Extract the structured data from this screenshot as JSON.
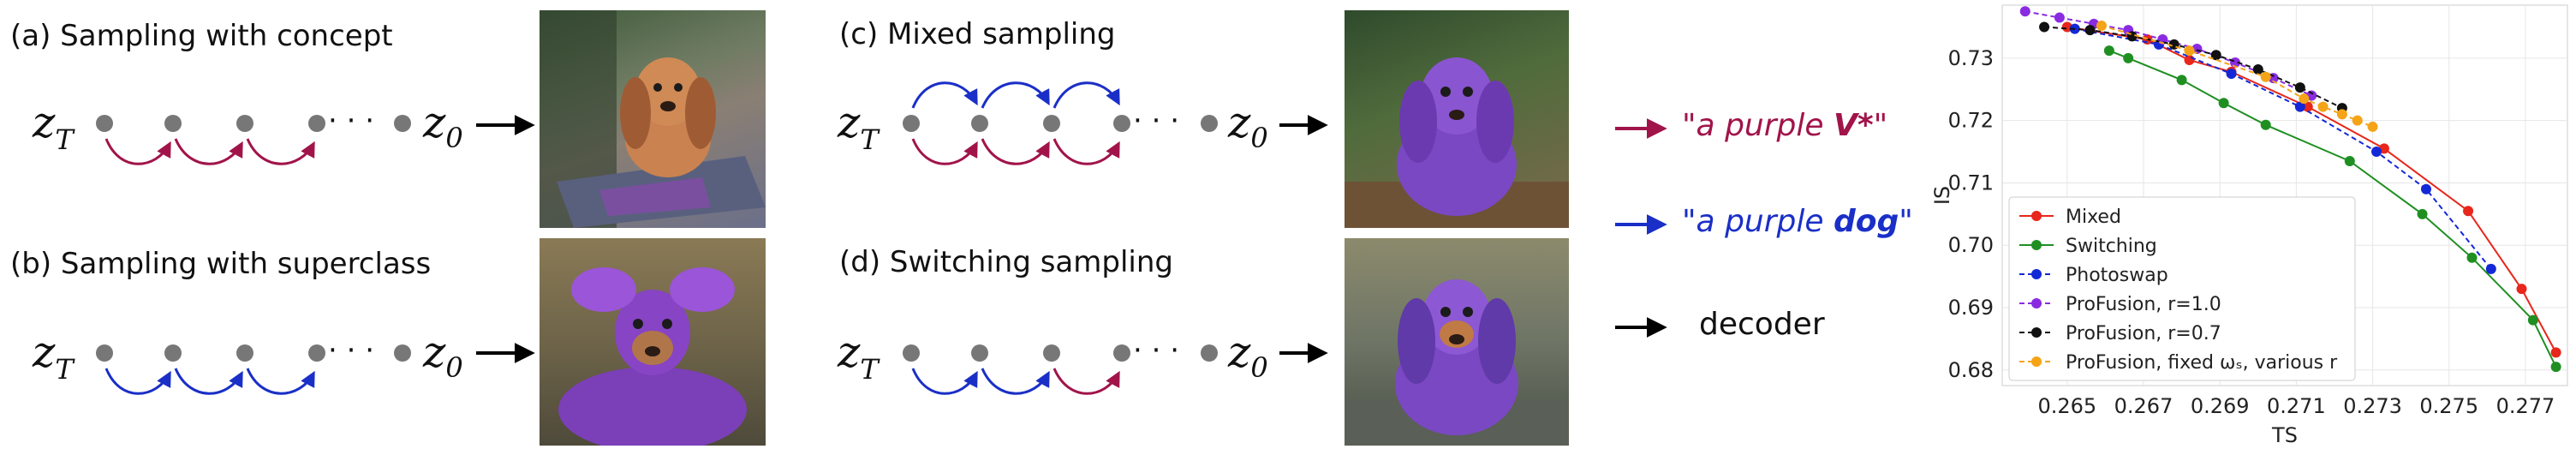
{
  "panels": {
    "a": {
      "title": "(a) Sampling with concept"
    },
    "b": {
      "title": "(b) Sampling with superclass"
    },
    "c": {
      "title": "(c) Mixed sampling"
    },
    "d": {
      "title": "(d) Switching sampling"
    }
  },
  "math": {
    "z": "z",
    "T": "T",
    "zero": "0",
    "dots": "· · ·"
  },
  "arrow_legend": {
    "concept": {
      "prefix": "\"a purple ",
      "bold": "V*",
      "suffix": "\""
    },
    "superclass": {
      "prefix": "\"a purple ",
      "bold": "dog",
      "suffix": "\""
    },
    "decoder": "decoder"
  },
  "colors": {
    "concept": "#a1144a",
    "superclass": "#1a2fc7",
    "decoder": "#000000",
    "node": "#777777"
  },
  "chart_data": {
    "type": "line",
    "xlabel": "TS",
    "ylabel": "IS",
    "xlim": [
      0.2633,
      0.2781
    ],
    "ylim": [
      0.6775,
      0.7385
    ],
    "xticks": [
      "0.265",
      "0.267",
      "0.269",
      "0.271",
      "0.273",
      "0.275",
      "0.277"
    ],
    "yticks": [
      "0.68",
      "0.69",
      "0.70",
      "0.71",
      "0.72",
      "0.73"
    ],
    "grid": true,
    "legend_position": "lower-left",
    "series": [
      {
        "name": "Mixed",
        "color": "#e8261b",
        "style": "solid",
        "x": [
          0.265,
          0.2671,
          0.2682,
          0.2693,
          0.2713,
          0.2733,
          0.2755,
          0.2769,
          0.2778
        ],
        "y": [
          0.735,
          0.733,
          0.7297,
          0.7278,
          0.7222,
          0.7155,
          0.7055,
          0.693,
          0.6828
        ]
      },
      {
        "name": "Switching",
        "color": "#1f8f22",
        "style": "solid",
        "x": [
          0.2661,
          0.2666,
          0.268,
          0.2691,
          0.2702,
          0.2724,
          0.2743,
          0.2756,
          0.2772,
          0.2778
        ],
        "y": [
          0.7312,
          0.73,
          0.7265,
          0.7228,
          0.7193,
          0.7135,
          0.705,
          0.698,
          0.688,
          0.6805
        ]
      },
      {
        "name": "Photoswap",
        "color": "#1328d6",
        "style": "dashed",
        "x": [
          0.2652,
          0.2674,
          0.2693,
          0.2711,
          0.2731,
          0.2744,
          0.2761
        ],
        "y": [
          0.7347,
          0.7322,
          0.7275,
          0.7222,
          0.715,
          0.709,
          0.6962
        ]
      },
      {
        "name": "ProFusion, r=1.0",
        "color": "#8a2be2",
        "style": "dashed",
        "x": [
          0.2639,
          0.2648,
          0.2657,
          0.2666,
          0.2675,
          0.2684,
          0.2694,
          0.2704,
          0.2714
        ],
        "y": [
          0.7375,
          0.7365,
          0.7355,
          0.7345,
          0.733,
          0.7315,
          0.7293,
          0.7268,
          0.724
        ]
      },
      {
        "name": "ProFusion, r=0.7",
        "color": "#111111",
        "style": "dashed",
        "x": [
          0.2644,
          0.2656,
          0.2667,
          0.2678,
          0.2689,
          0.27,
          0.2711,
          0.2722
        ],
        "y": [
          0.735,
          0.7345,
          0.7335,
          0.7322,
          0.7305,
          0.7282,
          0.7253,
          0.722
        ]
      },
      {
        "name": "ProFusion, fixed ω_s, various r",
        "color": "#f5a417",
        "style": "dashed",
        "x": [
          0.2659,
          0.2682,
          0.2702,
          0.2712,
          0.2717,
          0.2722,
          0.2726,
          0.273
        ],
        "y": [
          0.7352,
          0.7312,
          0.727,
          0.7235,
          0.7222,
          0.721,
          0.72,
          0.719
        ]
      }
    ]
  }
}
